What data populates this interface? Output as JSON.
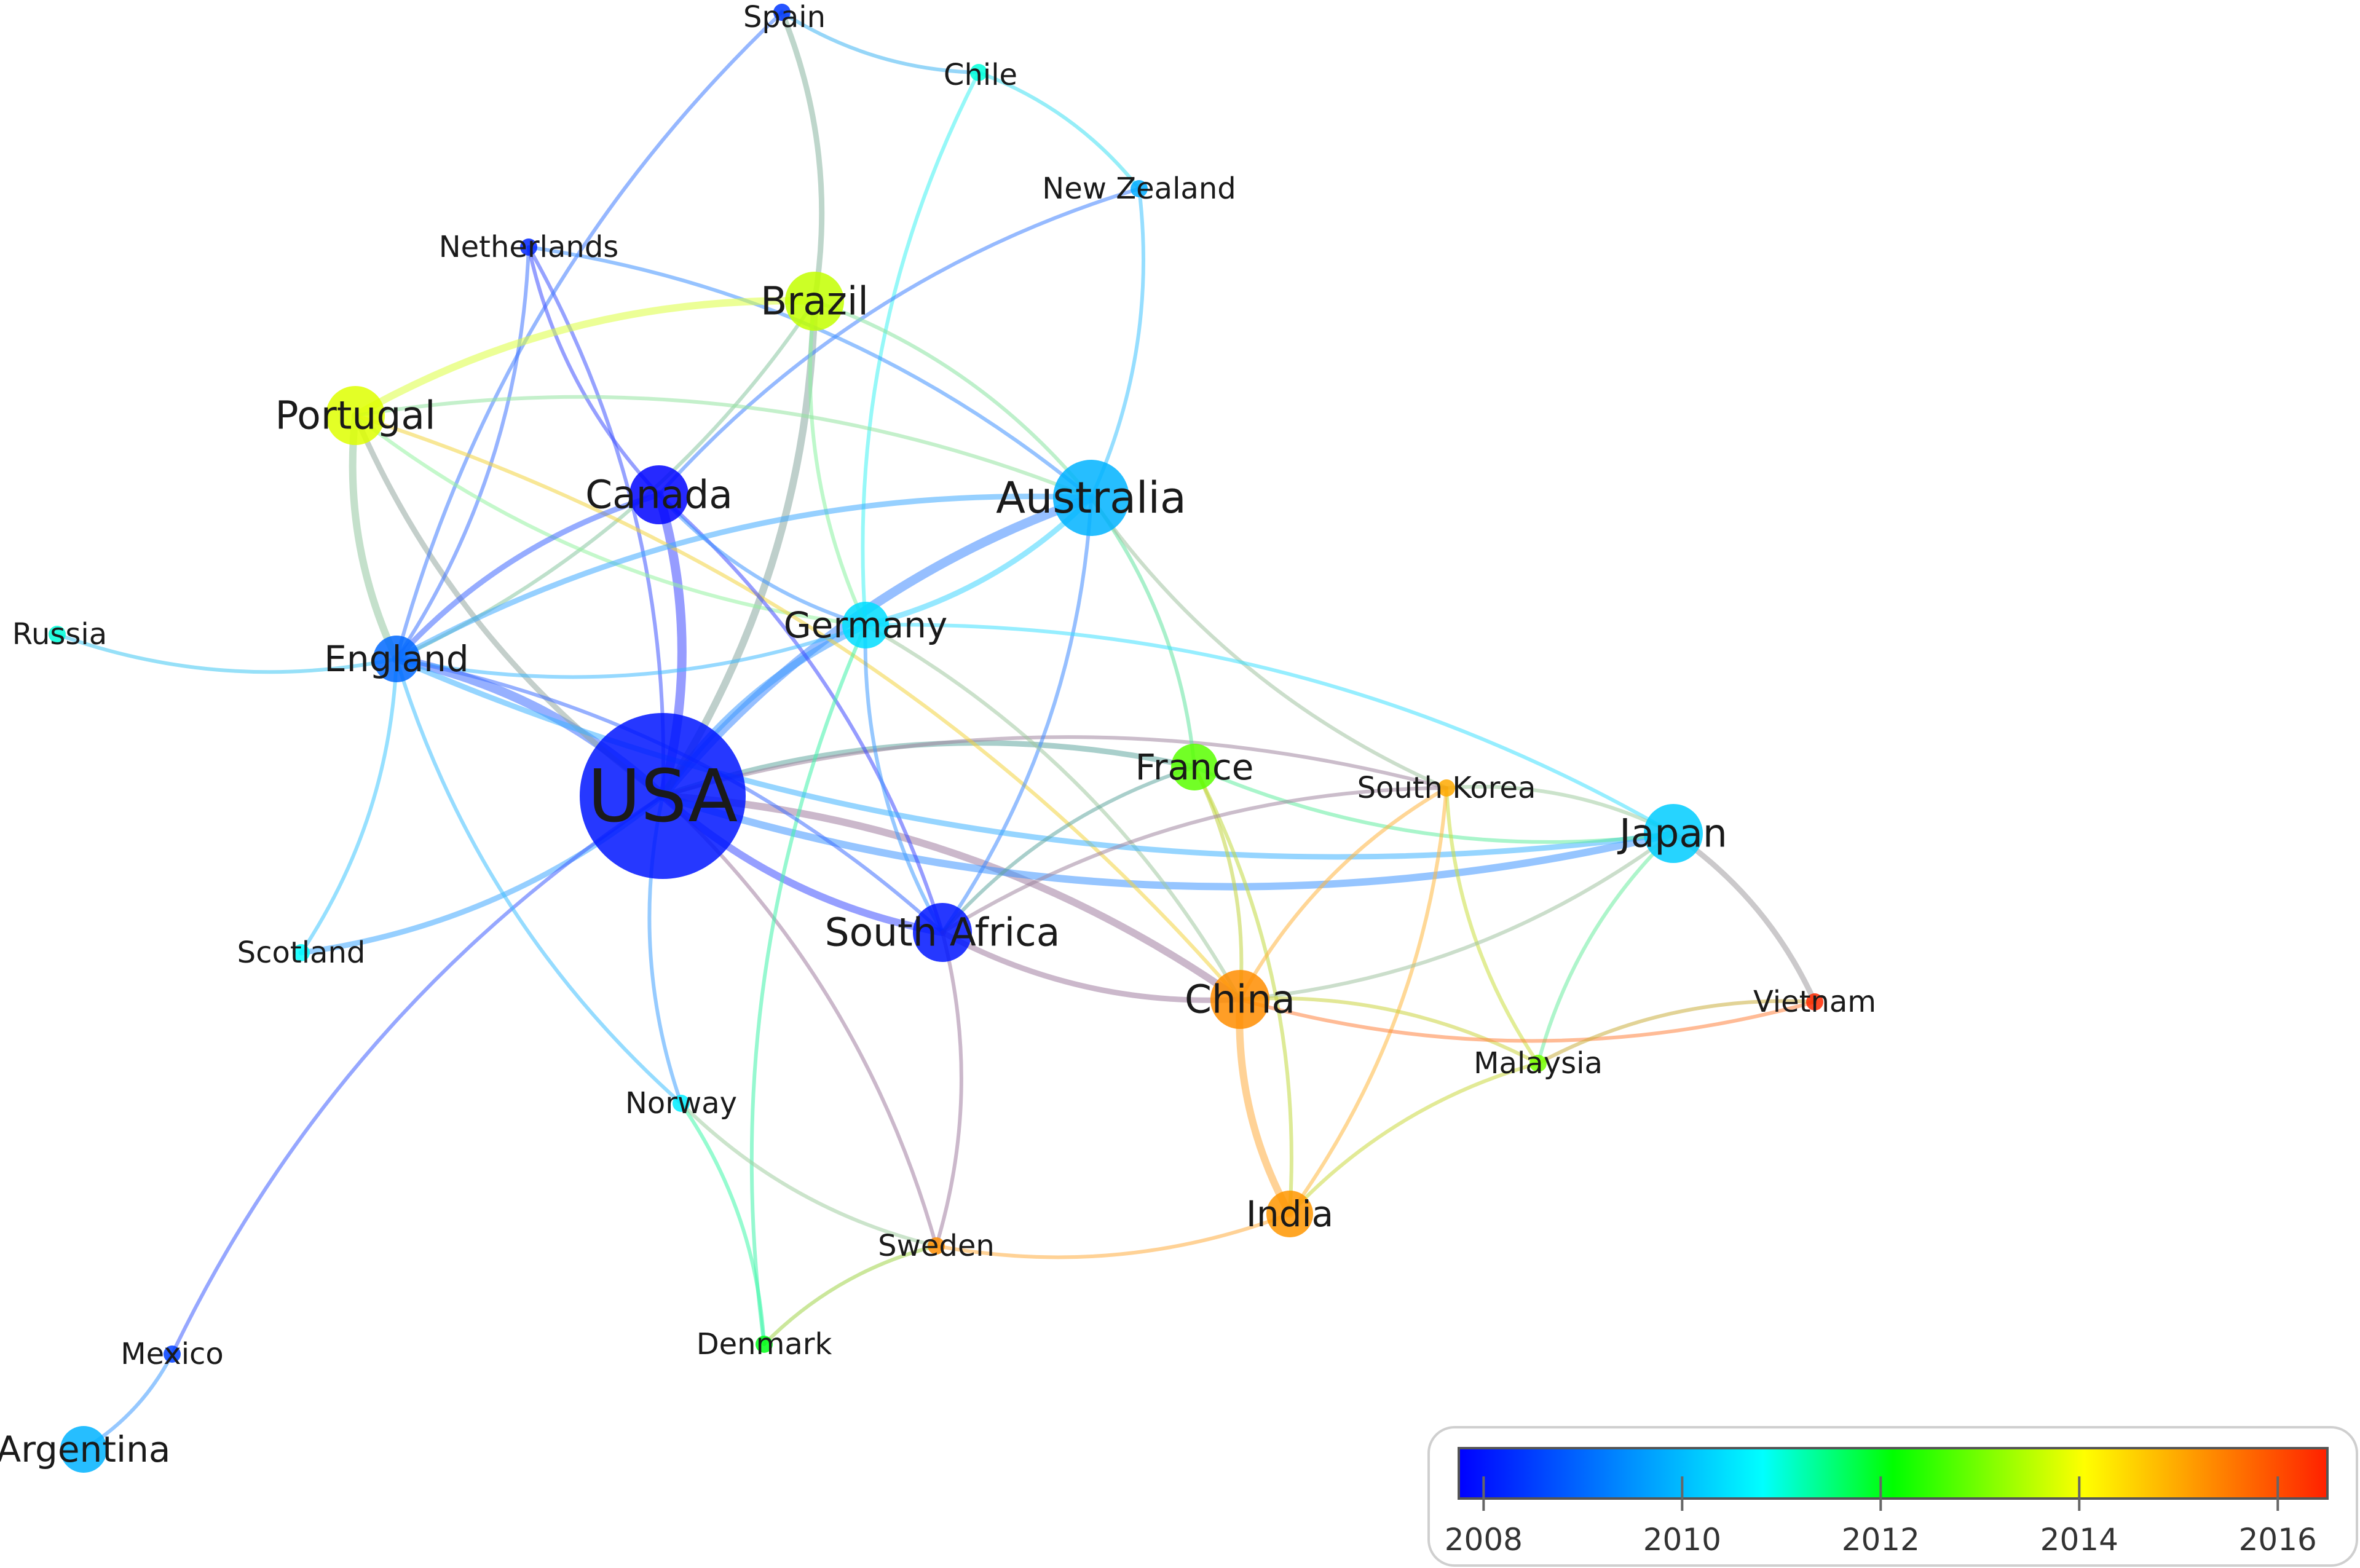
{
  "nodes": [
    {
      "id": "USA",
      "label": "USA",
      "year": 2008.0,
      "size": "xl"
    },
    {
      "id": "Spain",
      "label": "Spain",
      "year": 2008.4,
      "size": "xs"
    },
    {
      "id": "Chile",
      "label": "Chile",
      "year": 2011.0,
      "size": "xs"
    },
    {
      "id": "NewZealand",
      "label": "New Zealand",
      "year": 2009.8,
      "size": "xs"
    },
    {
      "id": "Netherlands",
      "label": "Netherlands",
      "year": 2008.2,
      "size": "xs"
    },
    {
      "id": "Brazil",
      "label": "Brazil",
      "year": 2013.6,
      "size": "m"
    },
    {
      "id": "Portugal",
      "label": "Portugal",
      "year": 2013.8,
      "size": "m"
    },
    {
      "id": "Canada",
      "label": "Canada",
      "year": 2007.8,
      "size": "m"
    },
    {
      "id": "Australia",
      "label": "Australia",
      "year": 2009.9,
      "size": "l"
    },
    {
      "id": "Russia",
      "label": "Russia",
      "year": 2011.0,
      "size": "xs"
    },
    {
      "id": "Germany",
      "label": "Germany",
      "year": 2010.4,
      "size": "s"
    },
    {
      "id": "England",
      "label": "England",
      "year": 2009.0,
      "size": "s"
    },
    {
      "id": "France",
      "label": "France",
      "year": 2012.8,
      "size": "s"
    },
    {
      "id": "SouthKorea",
      "label": "South Korea",
      "year": 2015.0,
      "size": "xs"
    },
    {
      "id": "Japan",
      "label": "Japan",
      "year": 2010.2,
      "size": "m"
    },
    {
      "id": "Scotland",
      "label": "Scotland",
      "year": 2010.8,
      "size": "xs"
    },
    {
      "id": "SouthAfrica",
      "label": "South Africa",
      "year": 2008.0,
      "size": "m"
    },
    {
      "id": "China",
      "label": "China",
      "year": 2015.3,
      "size": "m"
    },
    {
      "id": "Vietnam",
      "label": "Vietnam",
      "year": 2016.4,
      "size": "xs"
    },
    {
      "id": "Malaysia",
      "label": "Malaysia",
      "year": 2013.0,
      "size": "xs"
    },
    {
      "id": "Norway",
      "label": "Norway",
      "year": 2010.6,
      "size": "xs"
    },
    {
      "id": "India",
      "label": "India",
      "year": 2015.2,
      "size": "s"
    },
    {
      "id": "Sweden",
      "label": "Sweden",
      "year": 2015.3,
      "size": "xs"
    },
    {
      "id": "Denmark",
      "label": "Denmark",
      "year": 2012.0,
      "size": "xs"
    },
    {
      "id": "Mexico",
      "label": "Mexico",
      "year": 2008.5,
      "size": "xs"
    },
    {
      "id": "Argentina",
      "label": "Argentina",
      "year": 2009.9,
      "size": "s"
    }
  ],
  "links": [
    {
      "source": "USA",
      "target": "Canada",
      "strength": 4
    },
    {
      "source": "USA",
      "target": "Australia",
      "strength": 4
    },
    {
      "source": "USA",
      "target": "England",
      "strength": 4
    },
    {
      "source": "USA",
      "target": "Germany",
      "strength": 3
    },
    {
      "source": "USA",
      "target": "Brazil",
      "strength": 3
    },
    {
      "source": "USA",
      "target": "Portugal",
      "strength": 2
    },
    {
      "source": "USA",
      "target": "SouthAfrica",
      "strength": 3
    },
    {
      "source": "USA",
      "target": "China",
      "strength": 3
    },
    {
      "source": "USA",
      "target": "Japan",
      "strength": 3
    },
    {
      "source": "USA",
      "target": "France",
      "strength": 2
    },
    {
      "source": "USA",
      "target": "Netherlands",
      "strength": 1
    },
    {
      "source": "USA",
      "target": "Scotland",
      "strength": 2
    },
    {
      "source": "USA",
      "target": "Norway",
      "strength": 1
    },
    {
      "source": "USA",
      "target": "Sweden",
      "strength": 1
    },
    {
      "source": "USA",
      "target": "Mexico",
      "strength": 1
    },
    {
      "source": "USA",
      "target": "SouthKorea",
      "strength": 1
    },
    {
      "source": "Spain",
      "target": "Chile",
      "strength": 1
    },
    {
      "source": "Spain",
      "target": "Brazil",
      "strength": 2
    },
    {
      "source": "Spain",
      "target": "England",
      "strength": 1
    },
    {
      "source": "Chile",
      "target": "NewZealand",
      "strength": 1
    },
    {
      "source": "Chile",
      "target": "Germany",
      "strength": 1
    },
    {
      "source": "NewZealand",
      "target": "Australia",
      "strength": 1
    },
    {
      "source": "NewZealand",
      "target": "Canada",
      "strength": 1
    },
    {
      "source": "Netherlands",
      "target": "England",
      "strength": 1
    },
    {
      "source": "Netherlands",
      "target": "Canada",
      "strength": 1
    },
    {
      "source": "Netherlands",
      "target": "Australia",
      "strength": 1
    },
    {
      "source": "Brazil",
      "target": "Portugal",
      "strength": 3
    },
    {
      "source": "Brazil",
      "target": "Australia",
      "strength": 1
    },
    {
      "source": "Brazil",
      "target": "Germany",
      "strength": 1
    },
    {
      "source": "Brazil",
      "target": "England",
      "strength": 1
    },
    {
      "source": "Portugal",
      "target": "England",
      "strength": 3
    },
    {
      "source": "Portugal",
      "target": "Australia",
      "strength": 1
    },
    {
      "source": "Portugal",
      "target": "Germany",
      "strength": 1
    },
    {
      "source": "Portugal",
      "target": "China",
      "strength": 1
    },
    {
      "source": "Canada",
      "target": "England",
      "strength": 2
    },
    {
      "source": "Canada",
      "target": "SouthAfrica",
      "strength": 1
    },
    {
      "source": "Canada",
      "target": "Germany",
      "strength": 1
    },
    {
      "source": "Australia",
      "target": "Germany",
      "strength": 2
    },
    {
      "source": "Australia",
      "target": "England",
      "strength": 2
    },
    {
      "source": "Australia",
      "target": "France",
      "strength": 1
    },
    {
      "source": "Australia",
      "target": "SouthKorea",
      "strength": 1
    },
    {
      "source": "Australia",
      "target": "SouthAfrica",
      "strength": 1
    },
    {
      "source": "Russia",
      "target": "England",
      "strength": 1
    },
    {
      "source": "Germany",
      "target": "England",
      "strength": 1
    },
    {
      "source": "Germany",
      "target": "SouthAfrica",
      "strength": 1
    },
    {
      "source": "Germany",
      "target": "Japan",
      "strength": 1
    },
    {
      "source": "Germany",
      "target": "Denmark",
      "strength": 1
    },
    {
      "source": "Germany",
      "target": "China",
      "strength": 1
    },
    {
      "source": "England",
      "target": "Japan",
      "strength": 2
    },
    {
      "source": "England",
      "target": "Scotland",
      "strength": 1
    },
    {
      "source": "England",
      "target": "Norway",
      "strength": 1
    },
    {
      "source": "England",
      "target": "SouthAfrica",
      "strength": 1
    },
    {
      "source": "France",
      "target": "Japan",
      "strength": 1
    },
    {
      "source": "France",
      "target": "India",
      "strength": 1
    },
    {
      "source": "France",
      "target": "SouthAfrica",
      "strength": 1
    },
    {
      "source": "France",
      "target": "China",
      "strength": 1
    },
    {
      "source": "SouthKorea",
      "target": "China",
      "strength": 1
    },
    {
      "source": "SouthKorea",
      "target": "Japan",
      "strength": 1
    },
    {
      "source": "SouthKorea",
      "target": "Malaysia",
      "strength": 1
    },
    {
      "source": "SouthKorea",
      "target": "India",
      "strength": 1
    },
    {
      "source": "SouthKorea",
      "target": "SouthAfrica",
      "strength": 1
    },
    {
      "source": "Japan",
      "target": "Vietnam",
      "strength": 2
    },
    {
      "source": "Japan",
      "target": "Malaysia",
      "strength": 1
    },
    {
      "source": "Japan",
      "target": "China",
      "strength": 1
    },
    {
      "source": "SouthAfrica",
      "target": "China",
      "strength": 2
    },
    {
      "source": "SouthAfrica",
      "target": "Sweden",
      "strength": 1
    },
    {
      "source": "China",
      "target": "India",
      "strength": 3
    },
    {
      "source": "China",
      "target": "Malaysia",
      "strength": 1
    },
    {
      "source": "China",
      "target": "Vietnam",
      "strength": 1
    },
    {
      "source": "Malaysia",
      "target": "Vietnam",
      "strength": 1
    },
    {
      "source": "Malaysia",
      "target": "India",
      "strength": 1
    },
    {
      "source": "Norway",
      "target": "Denmark",
      "strength": 1
    },
    {
      "source": "Norway",
      "target": "Sweden",
      "strength": 1
    },
    {
      "source": "India",
      "target": "Sweden",
      "strength": 1
    },
    {
      "source": "Sweden",
      "target": "Denmark",
      "strength": 1
    },
    {
      "source": "Mexico",
      "target": "Argentina",
      "strength": 1
    }
  ],
  "legend": {
    "min_year": 2007.75,
    "max_year": 2016.5,
    "ticks": [
      "2008",
      "2010",
      "2012",
      "2014",
      "2016"
    ],
    "tick_values": [
      2008,
      2010,
      2012,
      2014,
      2016
    ],
    "colors": [
      "#0000ff",
      "#00ffff",
      "#00ff00",
      "#ffff00",
      "#ff0000"
    ]
  }
}
